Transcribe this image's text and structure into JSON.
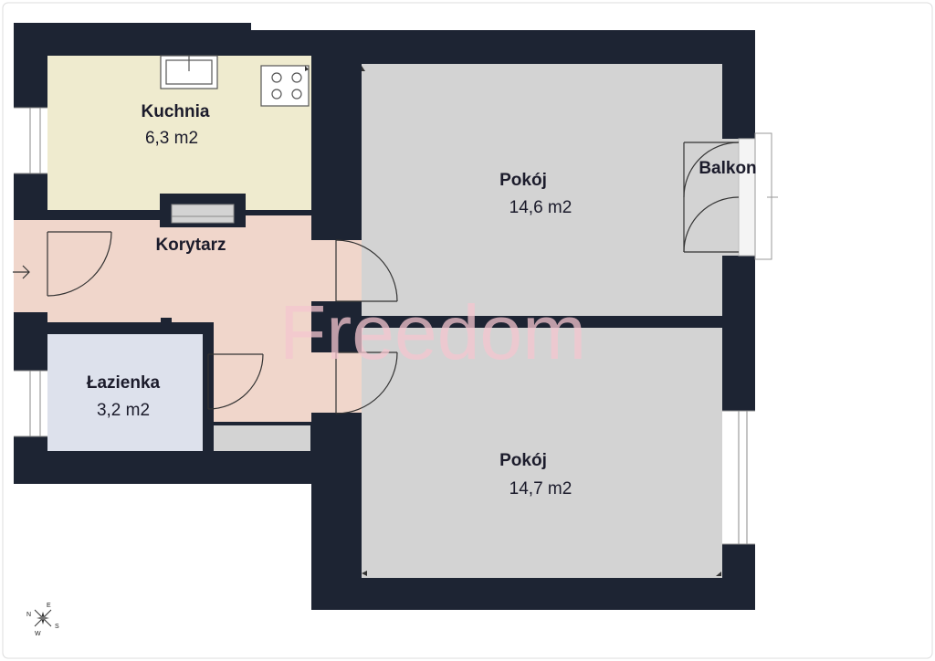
{
  "watermark": "Freedom",
  "rooms": {
    "kitchen": {
      "name": "Kuchnia",
      "area": "6,3 m2",
      "color": "#efebcf"
    },
    "hall": {
      "name": "Korytarz",
      "area": "",
      "color": "#f0d6cb"
    },
    "room1": {
      "name": "Pokój",
      "area": "14,6 m2",
      "color": "#d3d3d3"
    },
    "room2": {
      "name": "Pokój",
      "area": "14,7 m2",
      "color": "#d3d3d3"
    },
    "bath": {
      "name": "Łazienka",
      "area": "3,2 m2",
      "color": "#dde1ec"
    },
    "balcony": {
      "name": "Balkon",
      "area": ""
    }
  },
  "compass": {
    "n": "N",
    "e": "E",
    "s": "S",
    "w": "W"
  },
  "colors": {
    "wall": "#1d2433",
    "frame": "#dcdcdc"
  }
}
